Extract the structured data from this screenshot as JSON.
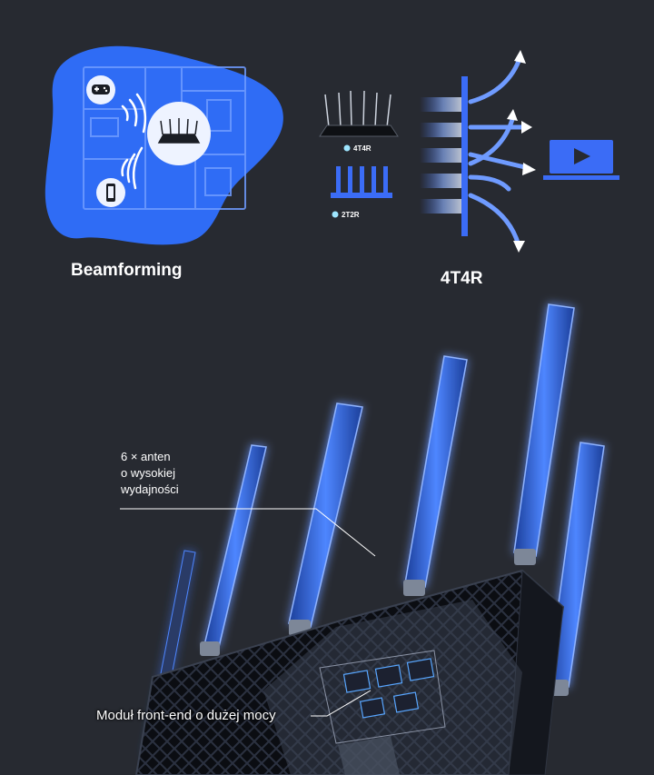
{
  "beamforming": {
    "title": "Beamforming",
    "icons": [
      "gamepad-icon",
      "router-icon",
      "phone-icon"
    ],
    "blob_color": "#2f6cf5"
  },
  "mimo": {
    "title": "4T4R",
    "router_label": "4T4R",
    "compare_label": "2T2R",
    "icons": [
      "router-icon",
      "antenna-array-icon",
      "monitor-play-icon"
    ],
    "accent_color": "#3b6cf6",
    "dot_color": "#9ee6ff"
  },
  "router_photo": {
    "antenna_callout": [
      "6 × anten",
      "o wysokiej",
      "wydajności"
    ],
    "module_label": "Moduł front-end o dużej mocy",
    "antenna_glow_color": "#3e7bff"
  }
}
